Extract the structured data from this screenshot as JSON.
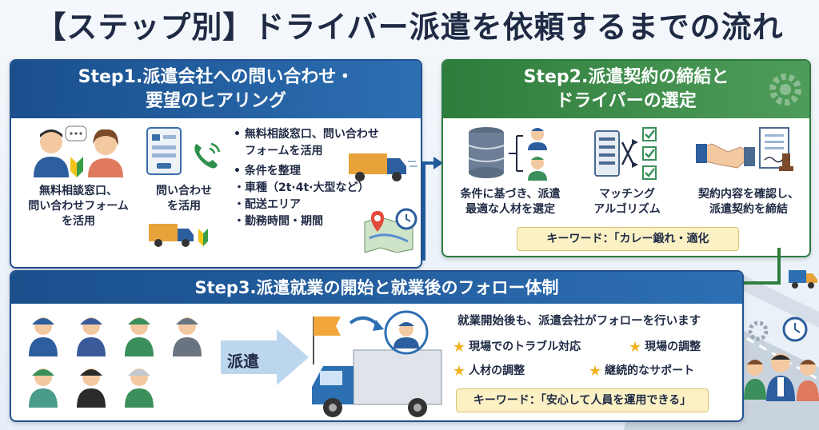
{
  "title": "【ステップ別】ドライバー派遣を依頼するまでの流れ",
  "step1": {
    "heading_line1": "Step1.派遣会社への問い合わせ・",
    "heading_line2": "要望のヒアリング",
    "caption_consult_l1": "無料相談窓口、",
    "caption_consult_l2": "問い合わせフォーム",
    "caption_consult_l3": "を活用",
    "caption_form_l1": "問い合わせ",
    "caption_form_l2": "を活用",
    "bullet1_l1": "• 無料相談窓口、問い合わせ",
    "bullet1_l2": "フォームを活用",
    "bullet2": "• 条件を整理",
    "sub1": "・車種（2t·4t·大型など）",
    "sub2": "・配送エリア",
    "sub3": "・勤務時間・期間"
  },
  "step2": {
    "heading_line1": "Step2.派遣契約の締結と",
    "heading_line2": "ドライバーの選定",
    "caption_select_l1": "条件に基づき、派遣",
    "caption_select_l2": "最適な人材を選定",
    "caption_match_l1": "マッチング",
    "caption_match_l2": "アルゴリズム",
    "caption_contract_l1": "契約内容を確認し、",
    "caption_contract_l2": "派遣契約を締結",
    "keyword": "キーワード：「カレー鍛れ・適化"
  },
  "step3": {
    "heading": "Step3.派遣就業の開始と就業後のフォロー体制",
    "dispatch_label": "派遣",
    "follow_text": "就業開始後も、派遣会社がフォローを行います",
    "point1": "現場でのトラブル対応",
    "point2": "現場の調整",
    "point3": "人材の調整",
    "point4": "継続的なサポート",
    "keyword": "キーワード：「安心して人員を運用できる」"
  },
  "colors": {
    "navy": "#1a4f8c",
    "green": "#2f7d3c",
    "star": "#f2b21e",
    "keyword_bg": "#fbf1c4"
  }
}
